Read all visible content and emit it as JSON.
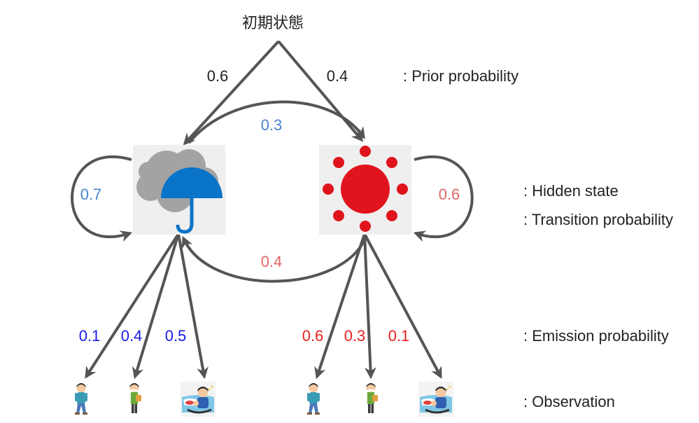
{
  "initial_state_label": "初期状態",
  "prior": {
    "rainy": "0.6",
    "sunny": "0.4"
  },
  "transition": {
    "rainy_to_sunny": "0.3",
    "sunny_to_rainy": "0.4",
    "rainy_to_rainy": "0.7",
    "sunny_to_sunny": "0.6"
  },
  "emission": {
    "rainy": [
      "0.1",
      "0.4",
      "0.5"
    ],
    "sunny": [
      "0.6",
      "0.3",
      "0.1"
    ]
  },
  "legend": {
    "prior": ": Prior probability",
    "hidden_state": ": Hidden state",
    "transition": ": Transition probability",
    "emission": ": Emission probability",
    "observation": ": Observation"
  },
  "states": [
    {
      "name": "rainy",
      "icon": "rain-umbrella-icon"
    },
    {
      "name": "sunny",
      "icon": "sun-icon"
    }
  ],
  "observations": [
    "walk-person-icon",
    "shopping-person-icon",
    "car-cleaning-person-icon"
  ],
  "colors": {
    "arrow": "#555555",
    "blue_soft": "#4a86cf",
    "red_soft": "#e06666",
    "blue_emission": "#1a1ae6",
    "red_emission": "#e62020",
    "umbrella": "#0a74c8",
    "cloud": "#9a9a9a",
    "sun": "#e0141c"
  }
}
